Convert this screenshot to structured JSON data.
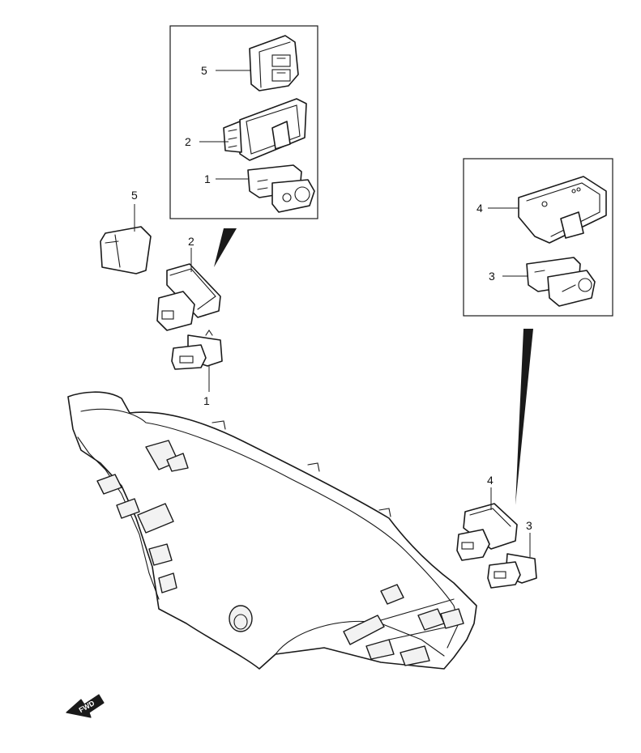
{
  "callouts": {
    "inset_a_5": "5",
    "inset_a_2": "2",
    "inset_a_1": "1",
    "inset_b_4": "4",
    "inset_b_3": "3",
    "left_5": "5",
    "left_2": "2",
    "left_1": "1",
    "right_4": "4",
    "right_3": "3"
  },
  "fwd_indicator": {
    "label": "FWD",
    "icon": "fwd-arrow-icon"
  },
  "colors": {
    "line": "#1a1a1a",
    "background": "#ffffff"
  }
}
